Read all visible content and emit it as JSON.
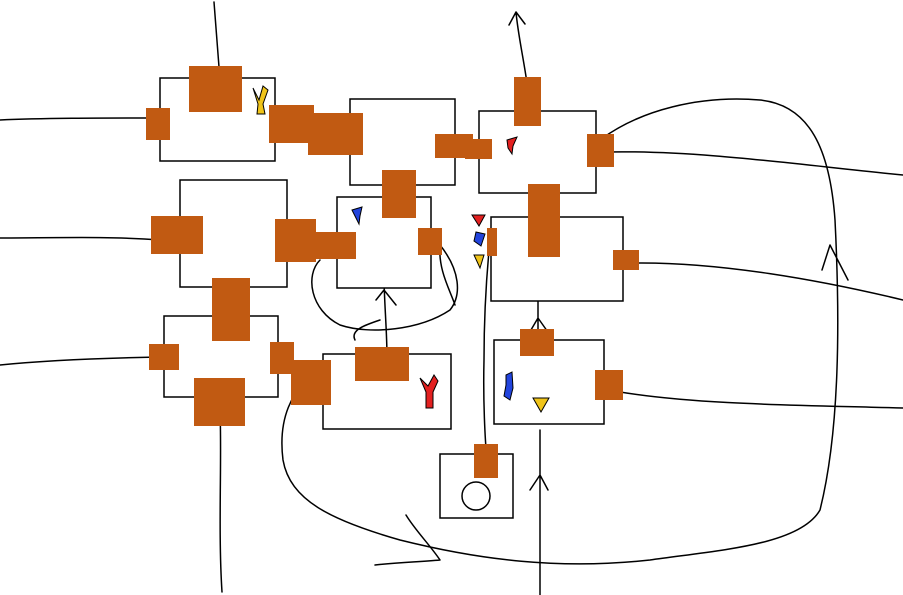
{
  "colors": {
    "background": "#ffffff",
    "room_outline": "#000000",
    "door": "#c15a12",
    "path": "#000000",
    "marker_red": "#e32020",
    "marker_blue": "#2244dd",
    "marker_yellow": "#f0c419"
  },
  "rooms": [
    {
      "id": "room-a"
    },
    {
      "id": "room-b"
    },
    {
      "id": "room-c"
    },
    {
      "id": "room-d"
    },
    {
      "id": "room-e"
    },
    {
      "id": "room-f"
    },
    {
      "id": "room-g"
    },
    {
      "id": "room-h"
    },
    {
      "id": "room-i"
    },
    {
      "id": "room-j"
    },
    {
      "id": "start-room"
    }
  ],
  "markers": [
    {
      "kind": "yellow-figure",
      "color": "marker_yellow"
    },
    {
      "kind": "red-figure",
      "color": "marker_red"
    },
    {
      "kind": "blue-figure",
      "color": "marker_blue"
    },
    {
      "kind": "red-triangle",
      "color": "marker_red"
    },
    {
      "kind": "blue-triangle",
      "color": "marker_blue"
    },
    {
      "kind": "yellow-triangle",
      "color": "marker_yellow"
    },
    {
      "kind": "large-red-figure",
      "color": "marker_red"
    },
    {
      "kind": "blue-figure",
      "color": "marker_blue"
    },
    {
      "kind": "yellow-triangle",
      "color": "marker_yellow"
    },
    {
      "kind": "start-circle",
      "color": "room_outline"
    }
  ]
}
